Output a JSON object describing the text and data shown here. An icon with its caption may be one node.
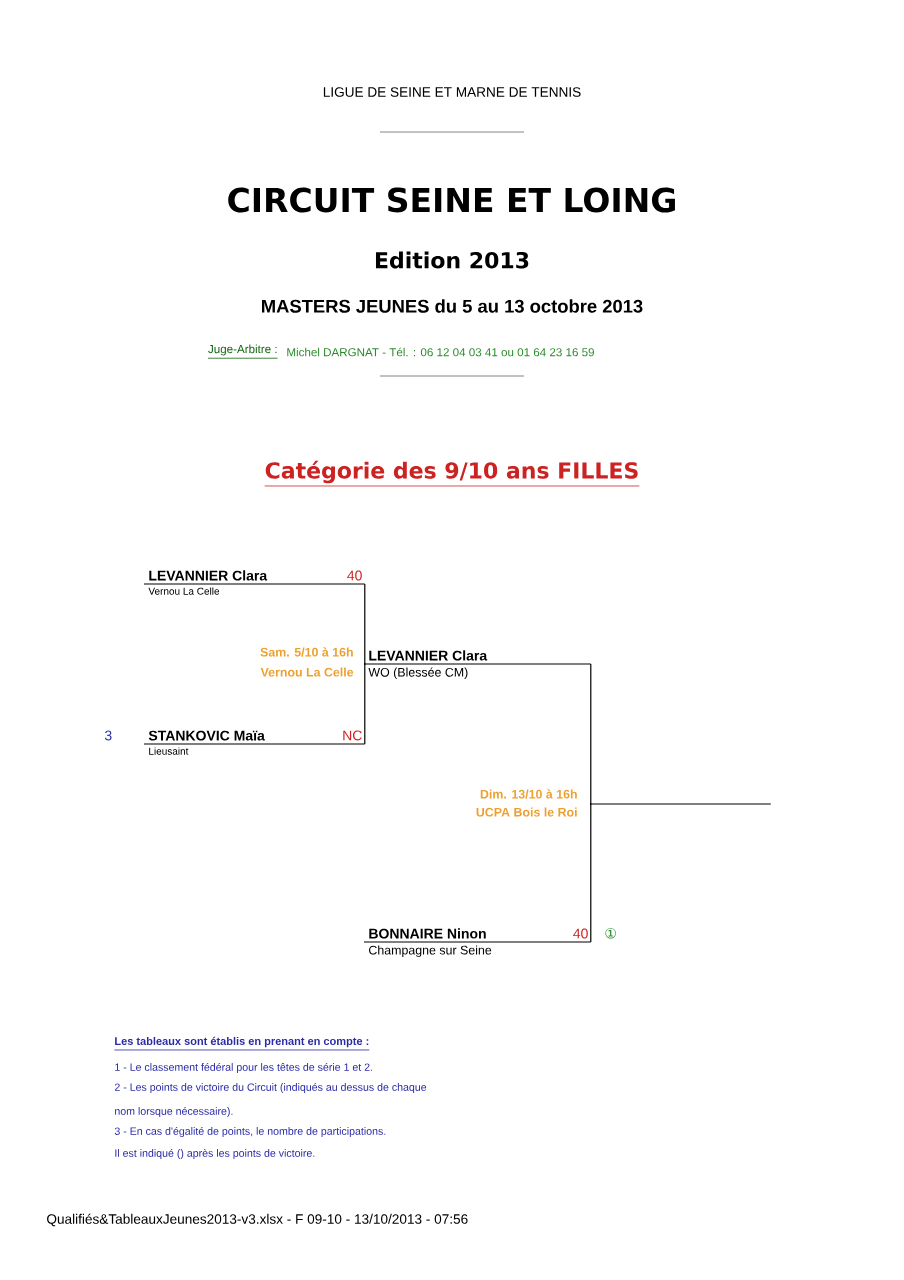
{
  "diagram": {
    "title": "CIRCUIT SEINE ET LOING",
    "caption": "Qualifiés&TableauxJeunes2013-v3.xlsx - F 09-10 - 13/10/2013 - 07:56",
    "nodes": [
      {
        "text": [
          "LEVANNIER Clara",
          "40",
          "Vernou La Celle"
        ]
      },
      {
        "text": [
          "STANKOVIC Maïa",
          "NC",
          "Lieusaint"
        ],
        "beside": [
          "3"
        ]
      },
      {
        "text": [
          "LEVANNIER Clara",
          "WO (Blessée CM)"
        ]
      },
      {
        "text": [
          "BONNAIRE Ninon",
          "40",
          "Champagne sur Seine"
        ],
        "beside": [
          "①"
        ]
      },
      {
        "text": [],
        "shape": "line"
      }
    ],
    "edges": [
      {
        "from": 0,
        "to": 2,
        "arrow": "none"
      },
      {
        "from": 1,
        "to": 2,
        "arrow": "none"
      },
      {
        "from": 2,
        "to": 4,
        "arrow": "none"
      },
      {
        "from": 3,
        "to": 4,
        "arrow": "none"
      }
    ],
    "labels": [
      "LIGUE DE SEINE ET MARNE DE TENNIS",
      "Edition 2013",
      "MASTERS JEUNES du 5 au 13 octobre 2013",
      "Juge-Arbitre :",
      "Michel DARGNAT - Tél. :  06 12 04 03 41 ou 01 64 23 16 59",
      "Catégorie des 9/10 ans FILLES",
      "Sam. 5/10 à 16h",
      "Vernou La Celle",
      "Dim. 13/10 à 16h",
      "UCPA Bois le Roi",
      "Les tableaux sont établis en prenant en compte :",
      "1 - Le classement fédéral pour les têtes de série 1 et 2.",
      "2 - Les points de victoire du Circuit (indiqués au dessus de chaque nom lorsque nécessaire).",
      "3 - En cas d'égalité de points, le nombre de participations.",
      "Il est indiqué () après les points de victoire."
    ]
  }
}
